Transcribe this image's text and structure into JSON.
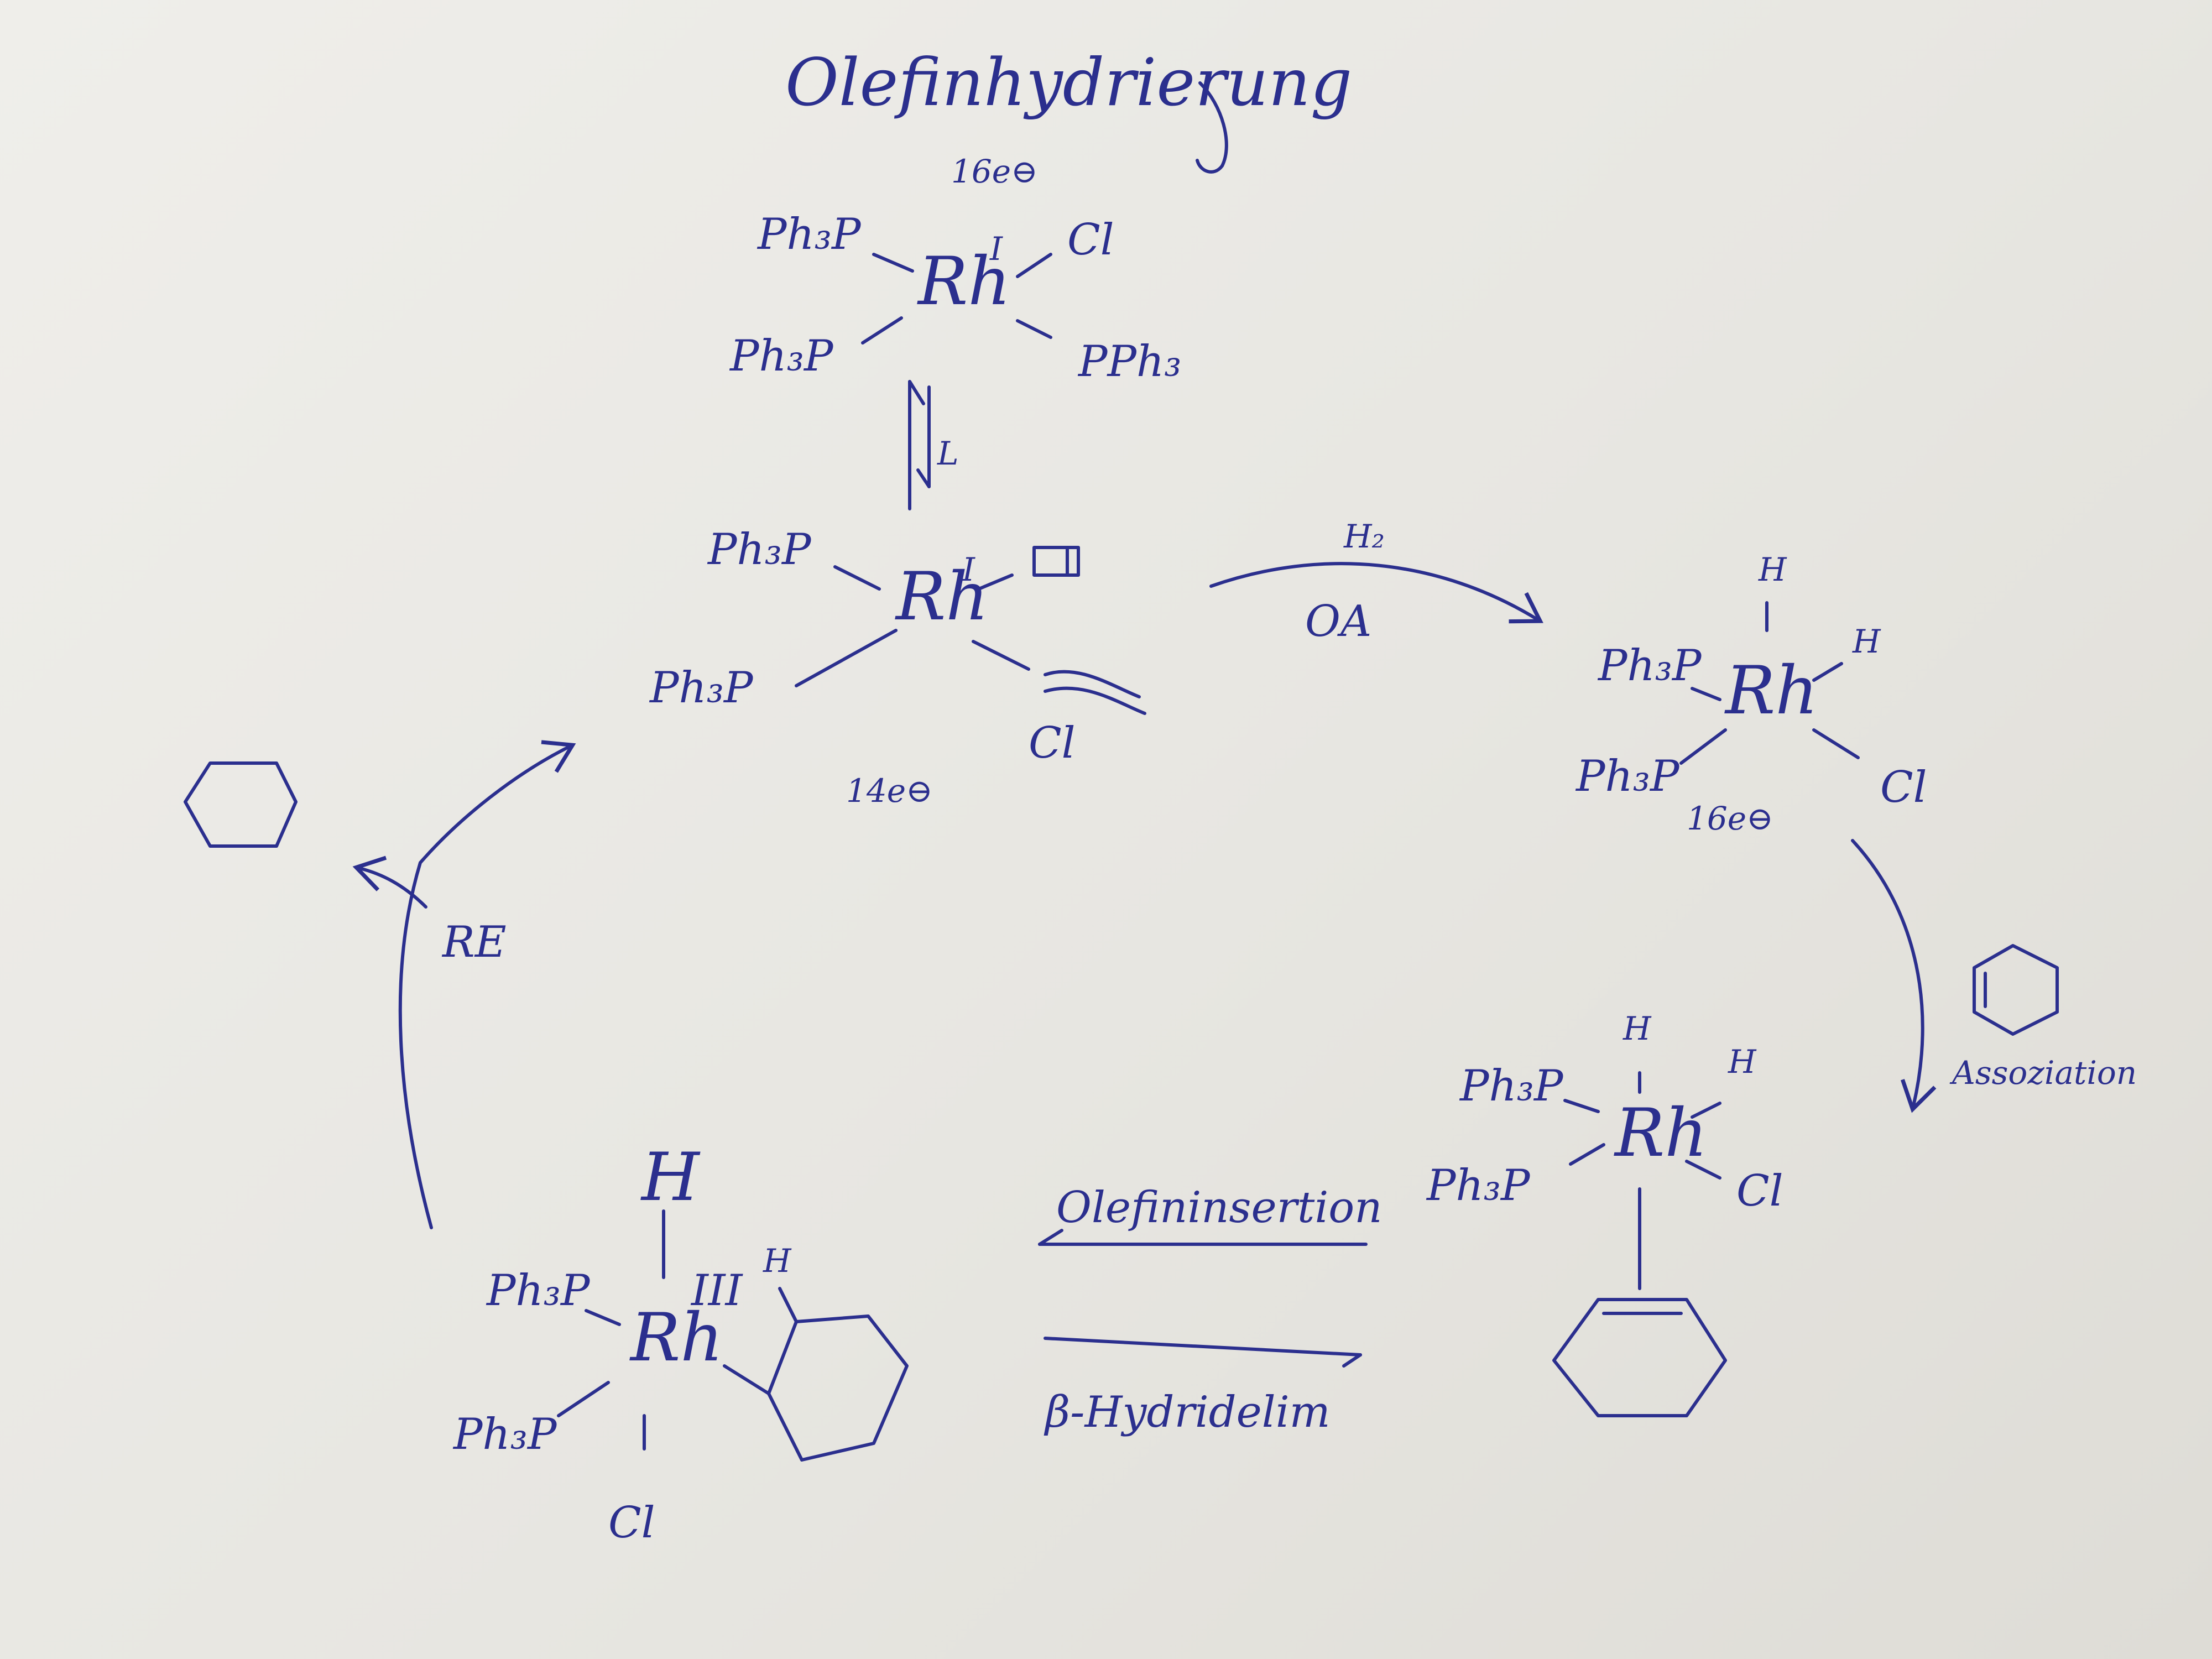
{
  "title": "Olefinhydrierung",
  "wilkinson": {
    "electrons": "16e⊖",
    "ligand_tl": "Ph₃P",
    "ligand_bl": "Ph₃P",
    "ligand_br": "PPh₃",
    "ligand_tr": "Cl",
    "metal": "Rh",
    "oxidation_state": "I"
  },
  "step_dissociation": {
    "label": "L"
  },
  "active": {
    "electrons": "14e⊖",
    "ligand_tl": "Ph₃P",
    "ligand_bl": "Ph₃P",
    "ligand_br": "Cl",
    "metal": "Rh",
    "oxidation_state": "I"
  },
  "step_oa": {
    "reagent": "H₂",
    "label": "OA"
  },
  "oa_product": {
    "electrons": "16e⊖",
    "h_top": "H",
    "h_right": "H",
    "ligand_tl": "Ph₃P",
    "ligand_bl": "Ph₃P",
    "ligand_br": "Cl",
    "metal": "Rh"
  },
  "step_association": {
    "label": "Assoziation"
  },
  "olefin_complex": {
    "h_top": "H",
    "h_right": "H",
    "ligand_tl": "Ph₃P",
    "ligand_bl": "Ph₃P",
    "ligand_br": "Cl",
    "metal": "Rh"
  },
  "step_insertion": {
    "forward": "Olefininsertion",
    "reverse": "β-Hydridelim"
  },
  "alkyl_complex": {
    "h_top": "H",
    "h_ring": "H",
    "ligand_tl": "Ph₃P",
    "ligand_bl": "Ph₃P",
    "ligand_bottom": "Cl",
    "metal": "Rh",
    "oxidation_state": "III"
  },
  "step_re": {
    "label": "RE"
  },
  "colors": {
    "ink": "#2b2f8e",
    "paper": "#ecebe7"
  }
}
